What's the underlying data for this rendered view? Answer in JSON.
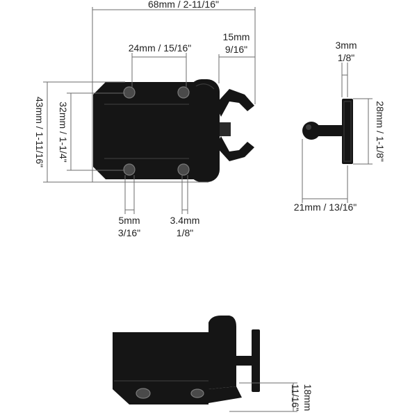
{
  "dimensions": {
    "overall_width": "68mm / 2-11/16\"",
    "hole_spacing": "24mm / 15/16\"",
    "jaw_depth_mm": "15mm",
    "jaw_depth_in": "9/16\"",
    "overall_height": "43mm / 1-11/16\"",
    "inner_height": "32mm / 1-1/4\"",
    "hole_offset_mm": "5mm",
    "hole_offset_in": "3/16\"",
    "hole_dia_mm": "3.4mm",
    "hole_dia_in": "1/8\"",
    "striker_plate_thick_mm": "3mm",
    "striker_plate_thick_in": "1/8\"",
    "striker_plate_height": "28mm / 1-1/8\"",
    "striker_length": "21mm / 13/16\"",
    "body_height_mm": "18mm",
    "body_height_in": "11/16\""
  },
  "colors": {
    "part": "#151515",
    "dimension_line": "#6b6b6b",
    "text": "#222222"
  }
}
